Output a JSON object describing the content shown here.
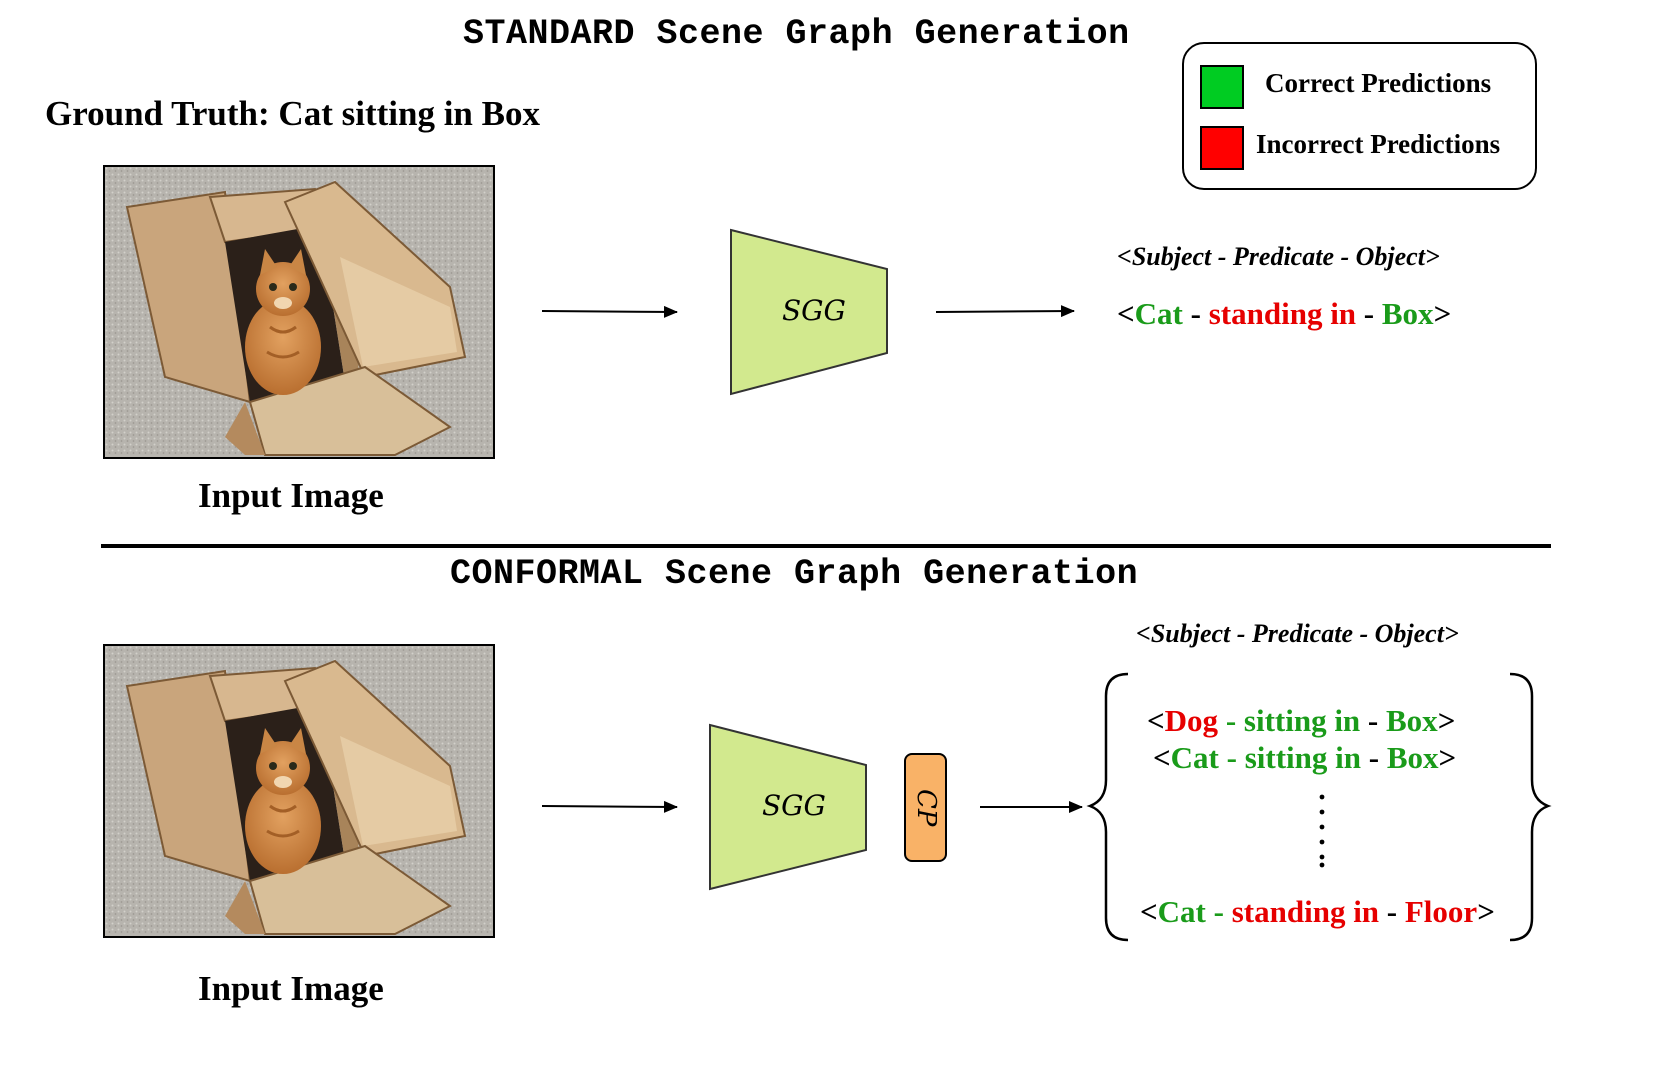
{
  "colors": {
    "correct": "#00cc22",
    "incorrect": "#ff0000",
    "text_correct": "#1a9b1a",
    "text_incorrect": "#e60000",
    "sgg_fill": "#d2e98e",
    "cp_fill": "#f9b267"
  },
  "legend": {
    "correct_label": "Correct Predictions",
    "incorrect_label": "Incorrect Predictions"
  },
  "standard": {
    "title": "STANDARD Scene Graph Generation",
    "ground_truth": "Ground Truth: Cat sitting in Box",
    "image_caption": "Input Image",
    "model_label": "SGG",
    "header": "<Subject - Predicate - Object>",
    "prediction": [
      {
        "text": "<",
        "status": "plain"
      },
      {
        "text": "Cat",
        "status": "correct"
      },
      {
        "text": " - ",
        "status": "plain"
      },
      {
        "text": "standing in",
        "status": "incorrect"
      },
      {
        "text": " - ",
        "status": "plain"
      },
      {
        "text": "Box",
        "status": "correct"
      },
      {
        "text": ">",
        "status": "plain"
      }
    ]
  },
  "conformal": {
    "title": "CONFORMAL Scene Graph Generation",
    "image_caption": "Input Image",
    "model_label": "SGG",
    "cp_label": "CP",
    "header": "<Subject - Predicate - Object>",
    "prediction_set": [
      [
        {
          "text": "<",
          "status": "plain"
        },
        {
          "text": "Dog",
          "status": "incorrect"
        },
        {
          "text": " - sitting in",
          "status": "correct"
        },
        {
          "text": " - ",
          "status": "plain"
        },
        {
          "text": "Box",
          "status": "correct"
        },
        {
          "text": ">",
          "status": "plain"
        }
      ],
      [
        {
          "text": "<",
          "status": "plain"
        },
        {
          "text": "Cat - sitting in",
          "status": "correct"
        },
        {
          "text": " - ",
          "status": "plain"
        },
        {
          "text": "Box",
          "status": "correct"
        },
        {
          "text": ">",
          "status": "plain"
        }
      ],
      [
        {
          "text": "<",
          "status": "plain"
        },
        {
          "text": "Cat - ",
          "status": "correct"
        },
        {
          "text": "standing in",
          "status": "incorrect"
        },
        {
          "text": " - ",
          "status": "plain"
        },
        {
          "text": "Floor",
          "status": "incorrect"
        },
        {
          "text": ">",
          "status": "plain"
        }
      ]
    ]
  }
}
